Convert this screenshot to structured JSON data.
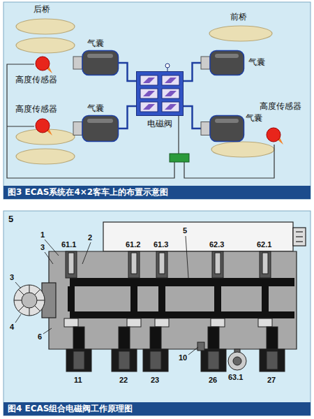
{
  "diagram": {
    "nodes": [
      {
        "text": [
          "气囊"
        ]
      },
      {
        "text": [
          "气囊"
        ]
      },
      {
        "text": [
          "高度传感器"
        ]
      },
      {
        "text": [
          "电磁阀"
        ]
      },
      {
        "text": [
          "高度传感器"
        ]
      },
      {
        "text": [
          "高度传感器"
        ]
      },
      {
        "text": [
          "气囊"
        ]
      },
      {
        "text": [
          "气囊"
        ]
      },
      {
        "text": [
          "图3 ECAS系统在4×2客车上的布置示意图"
        ]
      },
      {
        "text": [
          "图4 ECAS组合电磁阀工作原理图"
        ]
      }
    ],
    "edges": [
      {
        "from": 0,
        "to": 3,
        "arrow": "none"
      },
      {
        "from": 1,
        "to": 3,
        "arrow": "none"
      },
      {
        "from": 6,
        "to": 3,
        "arrow": "none"
      },
      {
        "from": 7,
        "to": 3,
        "arrow": "none"
      }
    ],
    "labels": [
      "后桥",
      "前桥",
      "5",
      "1",
      "61.1",
      "2",
      "3",
      "61.2",
      "61.3",
      "5",
      "62.3",
      "62.1",
      "3",
      "4",
      "6",
      "10",
      "11",
      "22",
      "23",
      "26",
      "63.1",
      "27"
    ]
  }
}
